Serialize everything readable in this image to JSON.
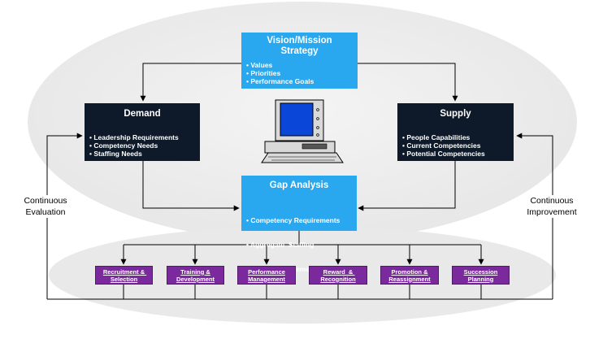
{
  "vision": {
    "title": "Vision/Mission Strategy",
    "items": [
      "Values",
      "Priorities",
      "Performance Goals"
    ]
  },
  "demand": {
    "title": "Demand",
    "items": [
      "Leadership Requirements",
      "Competency Needs",
      "Staffing Needs"
    ]
  },
  "supply": {
    "title": "Supply",
    "items": [
      "People Capabilities",
      "Current Competencies",
      "Potential Competencies"
    ]
  },
  "gap": {
    "title": "Gap Analysis",
    "items": [
      "Competency Requirements",
      "Aggregate  Staffing",
      "Future Requirements"
    ]
  },
  "left_label": "Continuous Evaluation",
  "right_label": "Continuous Improvement",
  "processes": [
    "Recruitment & Selection",
    "Training & Development",
    "Performance Management",
    "Reward  & Recognition",
    "Promotion & Reassignment",
    "Succession Planning"
  ],
  "colors": {
    "box_blue": "#29a8f0",
    "box_dark": "#0e1a29",
    "box_purple": "#7a2a9c",
    "ellipse": "#ebebeb",
    "lines": "#000000"
  },
  "icons": [
    "computer-icon"
  ]
}
